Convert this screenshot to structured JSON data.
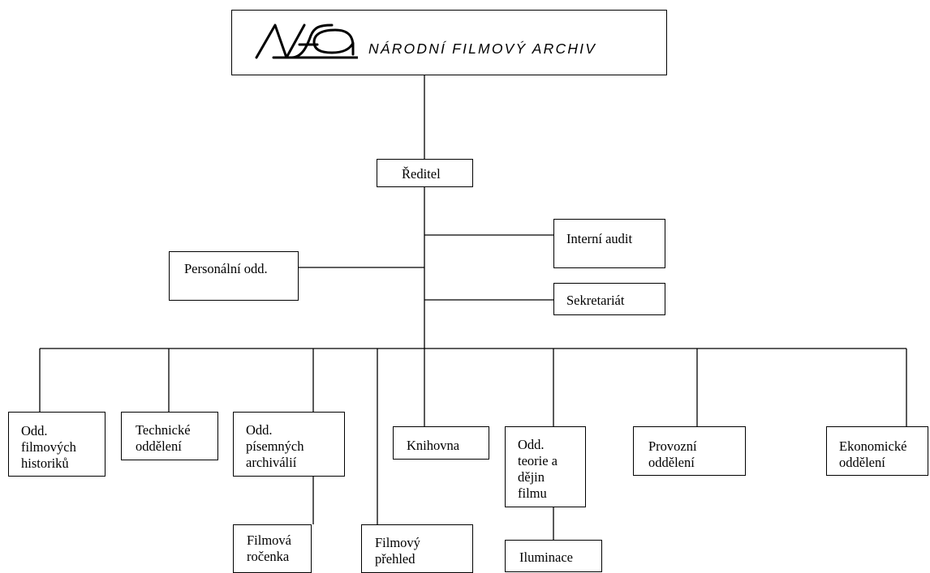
{
  "header": {
    "logo_name": "nfa-logo",
    "org_name": "NÁRODNÍ FILMOVÝ ARCHIV"
  },
  "chart": {
    "director": "Ředitel",
    "staff": {
      "internal_audit": "Interní audit",
      "personnel": "Personální odd.",
      "secretariat": "Sekretariát"
    },
    "departments": {
      "film_historians": "Odd.\nfilmových\nhistoriků",
      "technical": "Technické\noddělení",
      "written_archives": "Odd.\npísemných\narchiválií",
      "library": "Knihovna",
      "theory_history": "Odd.\nteorie a\ndějin\nfilmu",
      "operations": "Provozní\noddělení",
      "economic": "Ekonomické\noddělení"
    },
    "sub_units": {
      "film_yearbook": "Filmová\nročenka",
      "film_review": "Filmový\npřehled",
      "illumination": "Iluminace"
    }
  }
}
